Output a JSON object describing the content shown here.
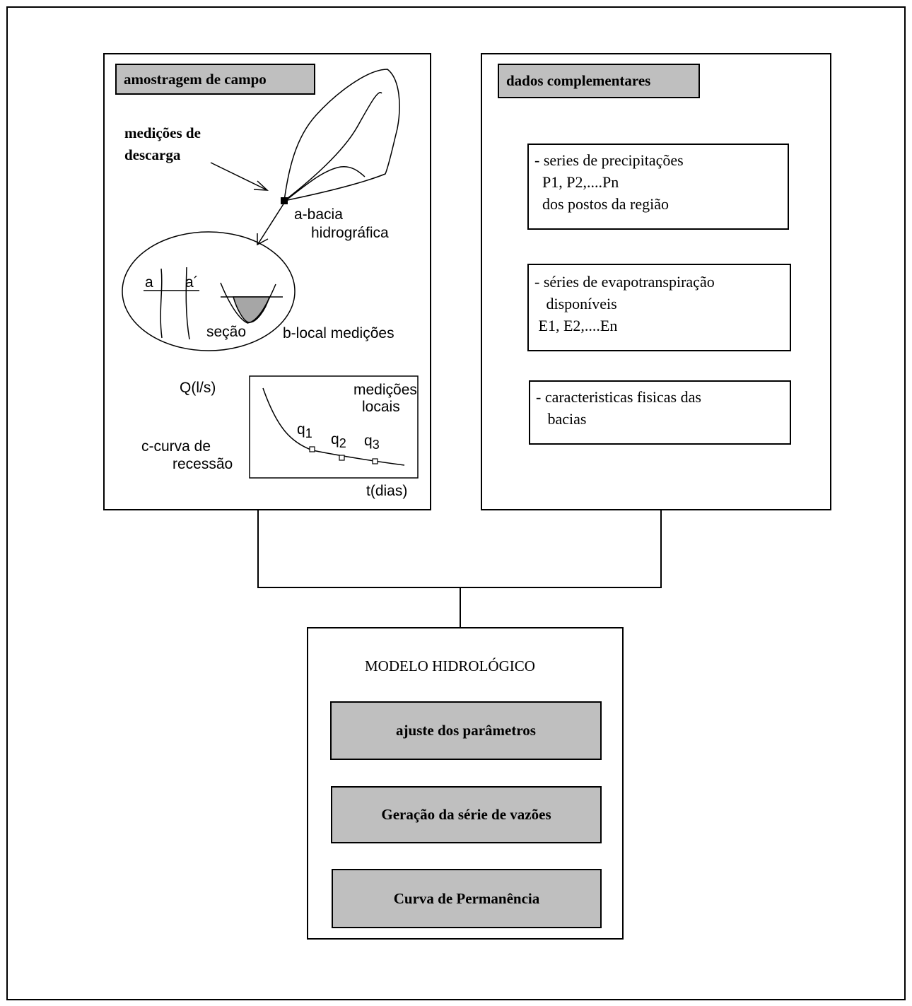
{
  "field_sampling": {
    "header": "amostragem de campo",
    "discharge_label_line1": "medições de",
    "discharge_label_line2": "descarga",
    "basin_label_line1": "a-bacia",
    "basin_label_line2": "hidrográfica",
    "section_a": "a",
    "section_a_prime": "a´",
    "section_label": "seção",
    "local_label": "b-local medições",
    "curve": {
      "y_label": "Q(l/s)",
      "note_line1": "medições",
      "note_line2": "locais",
      "points": [
        {
          "base": "q",
          "sub": "1"
        },
        {
          "base": "q",
          "sub": "2"
        },
        {
          "base": "q",
          "sub": "3"
        }
      ],
      "caption_line1": "c-curva de",
      "caption_line2": "recessão",
      "x_label": "t(dias)"
    }
  },
  "complementary": {
    "header": "dados complementares",
    "box1": [
      "- series de precipitações",
      "  P1, P2,....Pn",
      "  dos postos da região"
    ],
    "box2": [
      "- séries de evapotranspiração",
      "   disponíveis",
      " E1, E2,....En"
    ],
    "box3": [
      "- caracteristicas fisicas das",
      "   bacias"
    ]
  },
  "model": {
    "title": "MODELO HIDROLÓGICO",
    "steps": [
      "ajuste dos parâmetros",
      "Geração da série de vazões",
      "Curva de Permanência"
    ]
  },
  "colors": {
    "gray_fill": "#bfbfbf",
    "line": "#000000"
  }
}
